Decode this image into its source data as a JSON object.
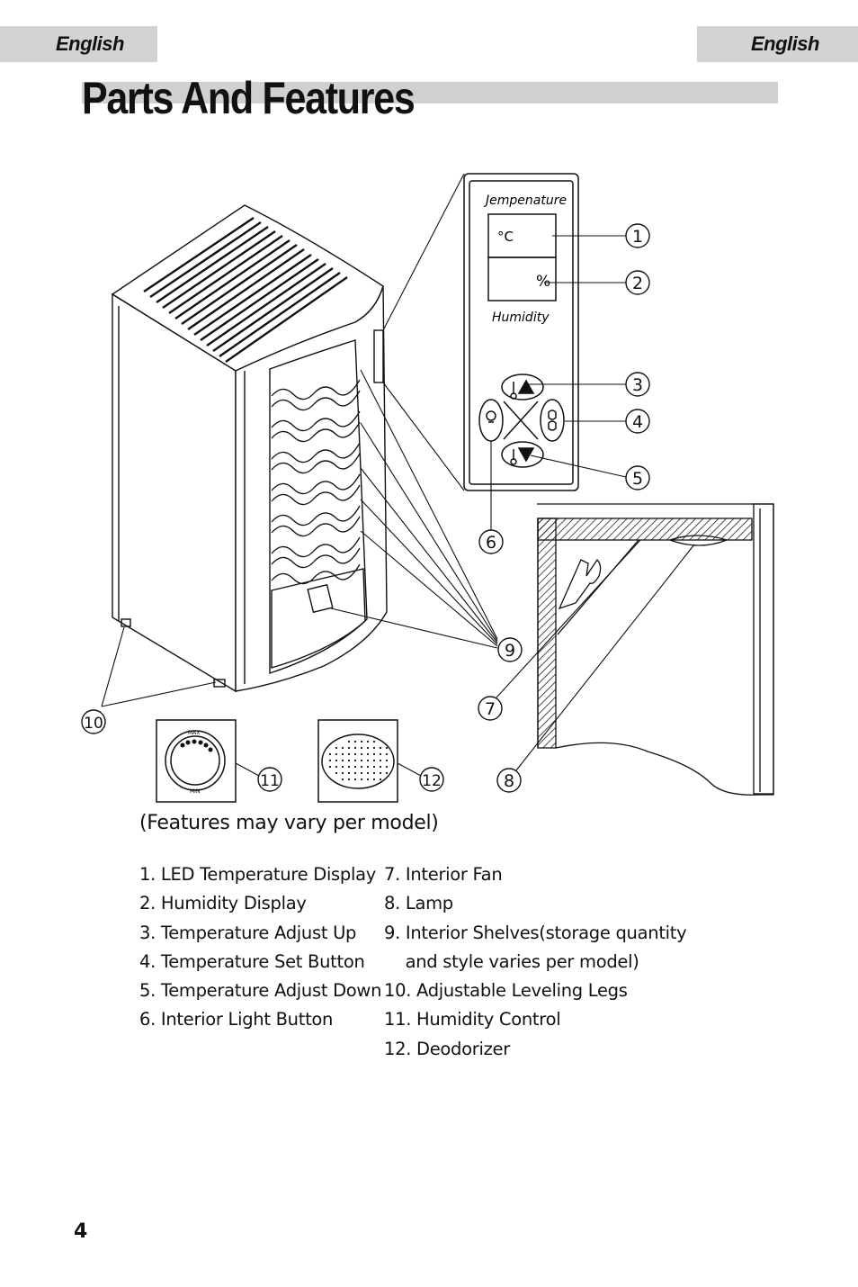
{
  "header": {
    "language_left": "English",
    "language_right": "English"
  },
  "page_title": "Parts And Features",
  "control_panel": {
    "temperature_label": "Jempenature",
    "humidity_label": "Humidity",
    "celsius_unit": "°C",
    "percent_unit": "%"
  },
  "humidity_dial": {
    "max_label": "MAX",
    "min_label": "MIN"
  },
  "callouts": [
    "1",
    "2",
    "3",
    "4",
    "5",
    "6",
    "7",
    "8",
    "9",
    "10",
    "11",
    "12"
  ],
  "note": "(Features may vary per model)",
  "features_left": [
    "1. LED Temperature Display",
    "2. Humidity Display",
    "3. Temperature Adjust Up",
    "4. Temperature Set Button",
    "5. Temperature Adjust Down",
    "6. Interior Light Button"
  ],
  "features_right": [
    "7. Interior Fan",
    "8. Lamp",
    "9. Interior Shelves(storage quantity",
    "    and style varies per model)",
    "10. Adjustable Leveling Legs",
    "11. Humidity Control",
    "12. Deodorizer"
  ],
  "page_number": "4"
}
